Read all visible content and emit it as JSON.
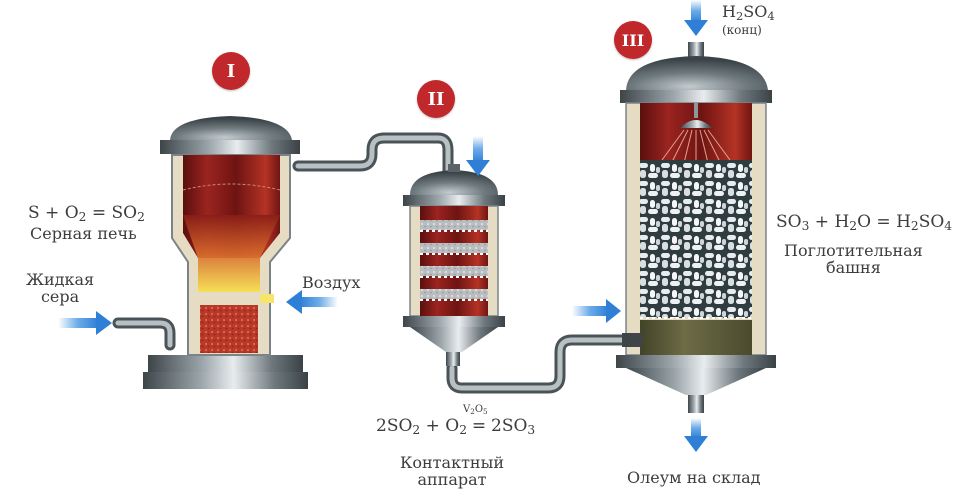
{
  "title": "Производство серной кислоты контактным способом",
  "stages": [
    {
      "id": "I",
      "badge": "I",
      "name": "Серная печь",
      "reaction": {
        "lhs": [
          "S",
          "+",
          "O2"
        ],
        "rhs": "SO2"
      }
    },
    {
      "id": "II",
      "badge": "II",
      "name_line1": "Контактный",
      "name_line2": "аппарат",
      "reaction": {
        "lhs": "2SO2 + O2",
        "catalyst": "V2O5",
        "rhs": "2SO3"
      }
    },
    {
      "id": "III",
      "badge": "III",
      "name_line1": "Поглотительная",
      "name_line2": "башня",
      "reaction": {
        "lhs": "SO3 + H2O",
        "rhs": "H2SO4"
      }
    }
  ],
  "inputs": {
    "liquid_sulfur_line1": "Жидкая",
    "liquid_sulfur_line2": "сера",
    "air": "Воздух",
    "acid_formula": "H2SO4",
    "acid_note": "(конц)"
  },
  "outputs": {
    "oleum": "Олеум на склад"
  },
  "colors": {
    "badge": "#c0282c",
    "arrow": "#3a8ee0",
    "steel": "#5f6a70",
    "lining": "#e6dcc4",
    "chamber": "#8e1d1a",
    "flame": "#f6d43a",
    "sulfur_bed": "#c0392b",
    "acid_layer": "#5e5d3a"
  }
}
